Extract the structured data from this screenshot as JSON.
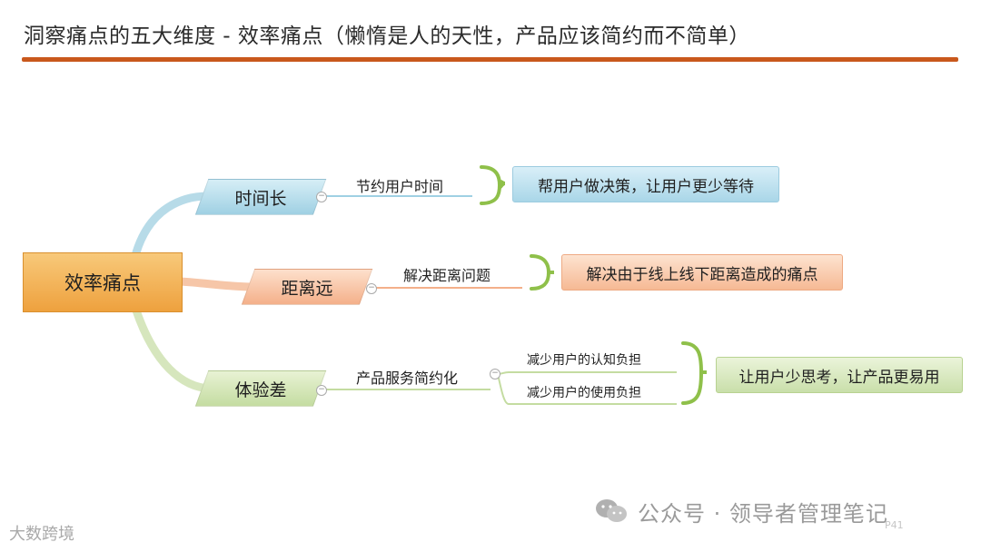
{
  "title": "洞察痛点的五大维度 - 效率痛点（懒惰是人的天性，产品应该简约而不简单）",
  "root": "效率痛点",
  "branches": [
    {
      "name": "时间长",
      "sub": [
        "节约用户时间"
      ],
      "result": "帮用户做决策，让用户更少等待"
    },
    {
      "name": "距离远",
      "sub": [
        "解决距离问题"
      ],
      "result": "解决由于线上线下距离造成的痛点"
    },
    {
      "name": "体验差",
      "sub": [
        "产品服务简约化"
      ],
      "details": [
        "减少用户的认知负担",
        "减少用户的使用负担"
      ],
      "result": "让用户少思考，让产品更易用"
    }
  ],
  "watermark": "公众号 · 领导者管理笔记",
  "watermark2": "大数跨境",
  "page_number": "P41",
  "colors": {
    "title_rule": "#c9581c",
    "root": "#f0a845",
    "blue_branch": "#9fd0e3",
    "orange_branch": "#f4b08a",
    "green_branch": "#c4dca1"
  }
}
